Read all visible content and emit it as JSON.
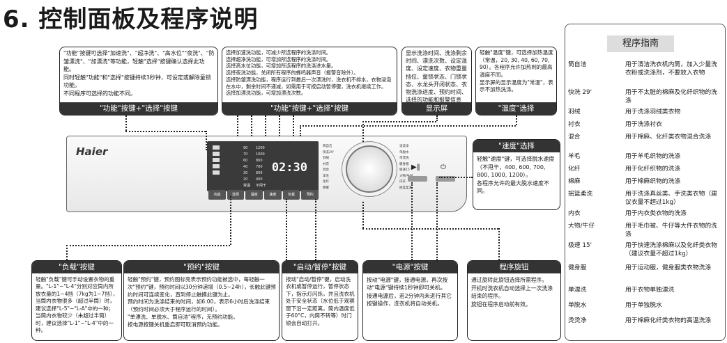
{
  "title": "6. 控制面板及程序说明",
  "top_callouts": {
    "function": {
      "lines": [
        "\"功能\"按键可选择\"加速洗\"、\"超净洗\"、\"高水位\"\"夜洗\"、\"防皱漂洗\"、\"加漂洗\"等功能，轻触\"选择\"按键确认选择此功能。",
        "同时轻触\"功能\"和\"选择\"按键持续3秒钟，可设定或解除童锁功能。",
        "不同程序可选择的功能不同。"
      ],
      "caption": "\"功能\"按键+\"选择\"按键"
    },
    "function2": {
      "lines": [
        "选择加速洗功能，可减少所选程序的洗涤时间。",
        "选择超净洗功能，可增加所选程序的洗涤时间。",
        "选择高水位功能，可增加所选程序的洗涤进水量。",
        "选择夜洗功能，关闭所有程序的蜂鸣器声音（报警音除外）。",
        "选择防皱漂洗功能，程序运行到最后一次漂洗时，洗衣机不排水，衣物浸泡在水中，剩余时间不递减，如需用于可按启动暂停键，洗衣机继续工作。",
        "选择加漂洗功能，可增加漂洗次数。"
      ],
      "caption": "\"功能\"按键+\"选择\"按键"
    },
    "display": {
      "lines": [
        "显示洗涤时间、洗涤剩余时间、漂洗次数、设定温度、设定速度、衣物重量挡位、童锁状态、门锁状态、水龙头开闭状态、衣物洗涤进度、预约时间、选择的功能和报警信息等。"
      ],
      "caption": "显示屏"
    },
    "temperature": {
      "lines": [
        "轻触\"温度\"键，可选择加热温度（常温，20, 30, 40, 60, 70, 90）。各程序允许加热到的最高温度不同。",
        "显示屏的显示温度为\"常温\"，表示不加热洗涤。"
      ],
      "caption": "\"温度\"选择"
    }
  },
  "speed": {
    "caption": "\"速度\"选择",
    "lines": [
      "轻触\"速度\"键，可选择脱水速度（不甩干，400, 600, 700, 800, 1000, 1200）。",
      "各程序允许的最大脱水速度不同。"
    ]
  },
  "bottom_callouts": {
    "load": {
      "caption": "\"负载\"按键",
      "text": "轻触\"负载\"键可手动设置衣物的重量。\"L-1\"~\"L-4\"分别对应筒内所放衣量的1~4挡（7kg为1~7挡），当筒内衣物很多（超过半筒）时，建议选择\"L-5\"~\"L-A\"中的一种；当筒内衣物较少（未超过半筒）时，建议选择\"L-1\"~\"L-4\"中的一种。"
    },
    "reserve": {
      "caption": "\"预约\"按键",
      "lines": [
        "轻触\"预约\"键，预约图标亮表示预约功能被选中，每轻触一次\"预约\"键，预约时间以30分钟递增（0.5~24h），长触此键预约时间可连续变化，直到停止触摸此键为止。",
        "预约时间为洗涤结束的时间，如6:00，表示6小时后洗涤结束（预约时间必须大于程序运行的时间）。",
        "\"单漂洗、单脱水、筒自洁\"程序，无预约功能。",
        "按电源按键关机重启即可取消预约功能。"
      ]
    },
    "start": {
      "caption": "\"启动/暂停\"按键",
      "text": "按动\"启动/暂停\"键，启动洗衣机或暂停运行，暂停状态下，指示灯闪烁，并且洗衣机处于安全状态（水位低于观察窗下沿一定距离，筒内温度低于60°C，内筒不转等）时门锁会自动打开。"
    },
    "power": {
      "caption": "\"电源\"按键",
      "lines": [
        "按动\"电源\"键，接通电源，再次按动\"电源\"键持续1秒钟即可关机。",
        "接通电源后，若2分钟内未进行其它按键操作，洗衣机将自动关机。"
      ]
    },
    "knob": {
      "caption": "程序旋钮",
      "lines": [
        "通过旋转此旋钮选择所需程序。",
        "开机时洗衣机自动选择上一次洗涤结束的程序。",
        "旋钮在程序启动前有效。"
      ]
    }
  },
  "machine": {
    "brand": "Haier",
    "display_time": "02:30",
    "temps": [
      "90",
      "70",
      "60",
      "40",
      "30",
      "20",
      "常温"
    ],
    "speeds": [
      "1200",
      "1000",
      "800",
      "700",
      "600",
      "400",
      "不甩干"
    ],
    "buttons": [
      "功能",
      "选择",
      "温度",
      "速度",
      "负载",
      "预约"
    ],
    "programs_left": [
      "筒自洁",
      "快洗29'",
      "羽绒",
      "衬衣",
      "混合",
      "羊毛",
      "化纤",
      "棉麻"
    ],
    "programs_right": [
      "烫烫净",
      "单脱水",
      "单漂洗",
      "健身服",
      "极速15'",
      "大物/牛仔",
      "内衣",
      "摇篮柔洗"
    ]
  },
  "guide": {
    "title": "程序指南",
    "items": [
      {
        "name": "筒自洁",
        "desc": "用于清洁洗衣机内筒，加入少量洗衣粉或洗涤剂，不要放入衣物"
      },
      {
        "name": "快洗 29'",
        "desc": "用于不太脏的棉麻及化纤织物的洗涤"
      },
      {
        "name": "羽绒",
        "desc": "用于洗涤羽绒类衣物"
      },
      {
        "name": "衬衣",
        "desc": "用于洗涤衬衣"
      },
      {
        "name": "混合",
        "desc": "用于棉麻、化纤类衣物混合洗涤"
      },
      {
        "name": "羊毛",
        "desc": "用于羊毛织物的洗涤"
      },
      {
        "name": "化纤",
        "desc": "用于化纤织物的洗涤"
      },
      {
        "name": "棉麻",
        "desc": "用于棉麻织物的洗涤"
      },
      {
        "name": "摇篮柔洗",
        "desc": "用于洗涤真丝类、手洗类衣物（建议衣量不超过1kg）"
      },
      {
        "name": "内衣",
        "desc": "用于内衣类衣物的洗涤"
      },
      {
        "name": "大物/牛仔",
        "desc": "用于毛巾被、牛仔等大件衣物的洗涤"
      },
      {
        "name": "极速 15'",
        "desc": "用于快速洗涤棉麻以及化纤类衣物（建议衣量不超过1kg）"
      },
      {
        "name": "健身服",
        "desc": "用于运动服，健身服类衣物洗涤"
      },
      {
        "name": "单漂洗",
        "desc": "用于衣物单独漂洗"
      },
      {
        "name": "单脱水",
        "desc": "用于单独脱水"
      },
      {
        "name": "烫烫净",
        "desc": "用于棉麻化纤类衣物的高温洗涤"
      }
    ]
  }
}
